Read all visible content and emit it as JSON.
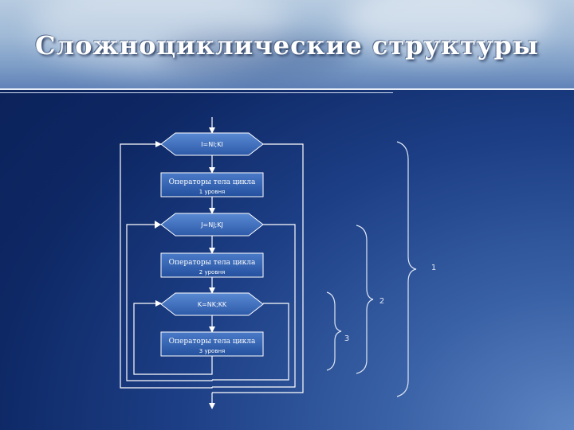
{
  "title": "Сложноциклические структуры",
  "loops": [
    {
      "header": "I=NI;KI",
      "body_title": "Операторы тела цикла",
      "body_level": "1 уровня"
    },
    {
      "header": "J=NJ;KJ",
      "body_title": "Операторы тела цикла",
      "body_level": "2 уровня"
    },
    {
      "header": "K=NK;KK",
      "body_title": "Операторы тела цикла",
      "body_level": "3 уровня"
    }
  ],
  "brackets": [
    "1",
    "2",
    "3"
  ]
}
